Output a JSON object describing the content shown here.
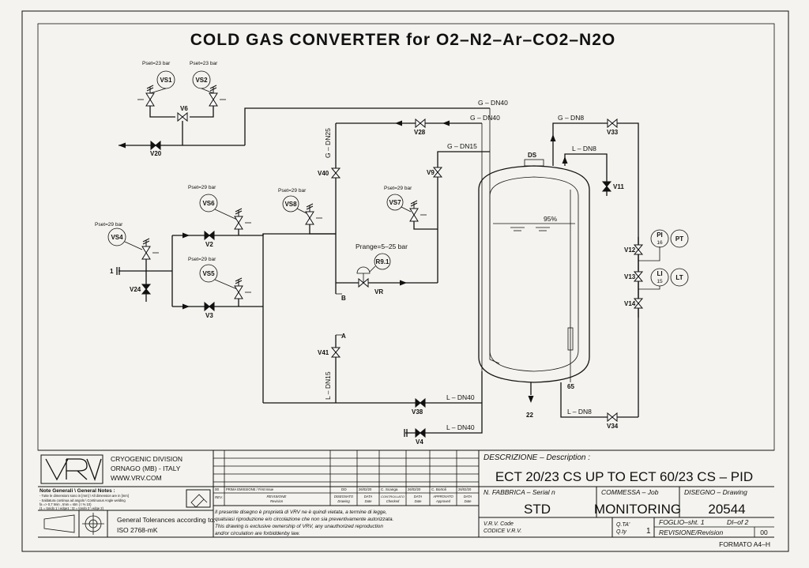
{
  "title": "COLD GAS CONVERTER for O2–N2–Ar–CO2–N2O",
  "safety_valves": [
    {
      "tag": "VS1",
      "pset": "Pset=23 bar"
    },
    {
      "tag": "VS2",
      "pset": "Pset=23 bar"
    },
    {
      "tag": "VS4",
      "pset": "Pset=29 bar"
    },
    {
      "tag": "VS5",
      "pset": "Pset=29 bar"
    },
    {
      "tag": "VS6",
      "pset": "Pset=29 bar"
    },
    {
      "tag": "VS7",
      "pset": "Pset=29 bar"
    },
    {
      "tag": "VS8",
      "pset": "Pset=29 bar"
    }
  ],
  "valves": [
    "V6",
    "V20",
    "V2",
    "V3",
    "V24",
    "V40",
    "V28",
    "V9",
    "V41",
    "V38",
    "V4",
    "V33",
    "V11",
    "V34",
    "V12",
    "V13",
    "V14"
  ],
  "regulator": {
    "tag": "R9.1",
    "range": "Prange=5–25 bar",
    "valve": "VR"
  },
  "instruments": [
    {
      "a": "PI",
      "b": "16",
      "c": "PT"
    },
    {
      "a": "LI",
      "b": "15",
      "c": "LT"
    }
  ],
  "lines": {
    "g_dn40_top": "G – DN40",
    "g_dn40_mid": "G – DN40",
    "g_dn15": "G – DN15",
    "g_dn25": "G – DN25",
    "g_dn8": "G – DN8",
    "l_dn8_top": "L – DN8",
    "l_dn8_bot": "L – DN8",
    "l_dn15": "L – DN15",
    "l_dn40_a": "L – DN40",
    "l_dn40_b": "L – DN40"
  },
  "points": {
    "A": "A",
    "B": "B",
    "DS": "DS",
    "p1": "1",
    "p22": "22",
    "p65": "65",
    "level": "95%"
  },
  "titleblock": {
    "company_division": "CRYOGENIC DIVISION",
    "company_address": "ORNAGO (MB) - ITALY",
    "company_web": "WWW.VRV.COM",
    "logo_text": "VRV",
    "notes_1": "Note Generali \\ General Notes :",
    "notes_2": "- Tutte le dimensioni sono in [mm] \\ All dimension are in [mm]",
    "notes_3": "- Saldatura continua ad angolo \\ Continuous Angle welding",
    "notes_4": "fa => 0,7 tmin , tmin = stm ( t % 10)",
    "notes_5": "(1 = tondo 1 \\ edge1 ; t2 = tondo 2 \\ edge 2)",
    "tolerances_1": "General Tolerances according to:",
    "tolerances_2": "ISO 2768-mK",
    "rev_row": [
      "00",
      "PRIMA EMISSIONE / First Issue",
      "DD",
      "26/02/20",
      "C. Scanga",
      "26/02/20",
      "C. Bortoli",
      "26/02/20"
    ],
    "rev_headers": [
      {
        "it": "REV.",
        "en": ""
      },
      {
        "it": "REVISIONE",
        "en": "Revision"
      },
      {
        "it": "DISEGNATO",
        "en": "Drawing"
      },
      {
        "it": "DATA",
        "en": "Date"
      },
      {
        "it": "CONTROLLATO",
        "en": "Checked"
      },
      {
        "it": "DATA",
        "en": "Date"
      },
      {
        "it": "APPROVATO",
        "en": "Approved"
      },
      {
        "it": "DATA",
        "en": "Date"
      }
    ],
    "legal_1": "Il presente disegno è proprietà di VRV ne è quindi vietata, a termine di legge,",
    "legal_2": "qualsiasi riproduzione e/o circolazione che non sia preventivamente autorizzata.",
    "legal_3": "This drawing is exclusive ownership of VRV, any unauthorized reproduction",
    "legal_4": "and/or circulation are forbiddenby law.",
    "desc_label": "DESCRIZIONE  –  Description :",
    "desc_value": "ECT 20/23 CS UP TO ECT 60/23 CS – PID",
    "serial_label": "N. FABBRICA – Serial n",
    "serial_value": "STD",
    "job_label": "COMMESSA – Job",
    "job_value": "MONITORING",
    "drawing_label": "DISEGNO – Drawing",
    "drawing_value": "20544",
    "code_label_1": "V.R.V. Code",
    "code_label_2": "CODICE V.R.V.",
    "qty_label_1": "Q.TA'",
    "qty_label_2": "Q.ty",
    "qty_value": "1",
    "sheet_label": "FOGLIO–sht. 1",
    "sheet_of": "DI–of 2",
    "revision_label": "REVISIONE/Revision",
    "revision_value": "00",
    "format": "FORMATO A4–H"
  }
}
